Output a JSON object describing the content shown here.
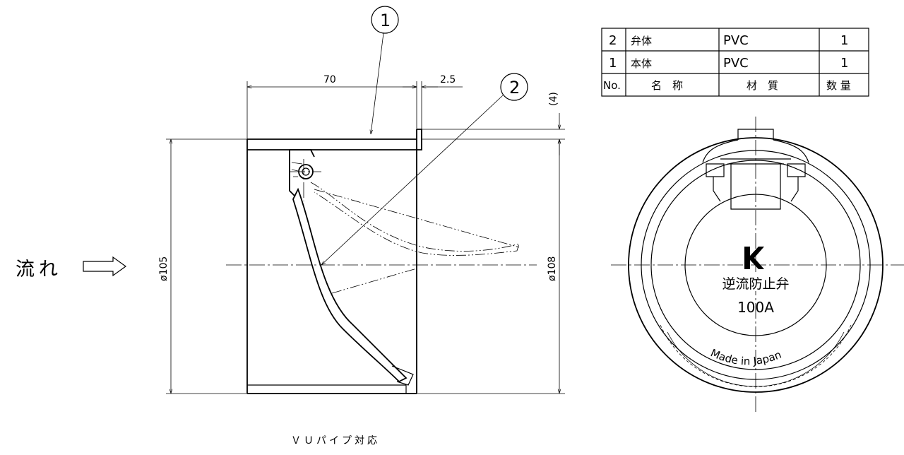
{
  "flow_label": "流れ",
  "caption": "ＶＵパイプ対応",
  "balloons": [
    "1",
    "2"
  ],
  "dimensions": {
    "length": "70",
    "gap": "2.5",
    "lip": "(4)",
    "inlet_diameter": "ø105",
    "outlet_diameter": "ø108"
  },
  "parts_table": {
    "header": {
      "no": "No.",
      "name": "名　称",
      "material": "材　質",
      "qty": "数 量"
    },
    "rows": [
      {
        "no": "2",
        "name": "弁体",
        "material": "PVC",
        "qty": "1"
      },
      {
        "no": "1",
        "name": "本体",
        "material": "PVC",
        "qty": "1"
      }
    ]
  },
  "front_view": {
    "logo": "K",
    "product_name": "逆流防止弁",
    "size": "100A",
    "embossed_text": "Made in Japan"
  }
}
